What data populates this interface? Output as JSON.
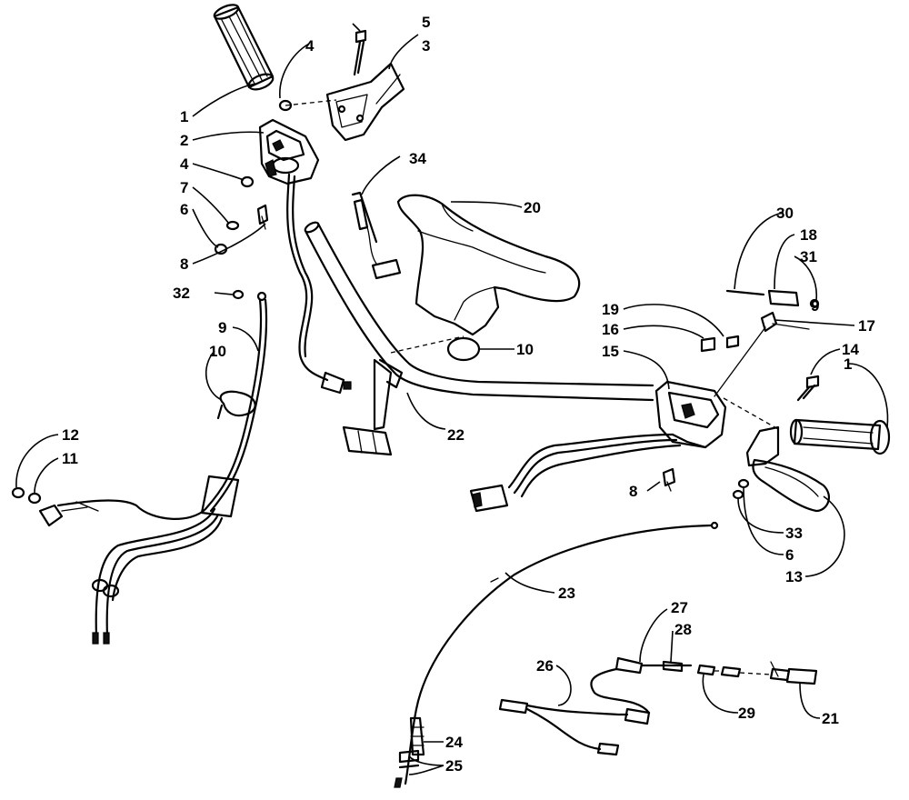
{
  "callouts": [
    {
      "id": "c1a",
      "text": "1"
    },
    {
      "id": "c2",
      "text": "2"
    },
    {
      "id": "c3",
      "text": "3"
    },
    {
      "id": "c4a",
      "text": "4"
    },
    {
      "id": "c4b",
      "text": "4"
    },
    {
      "id": "c5",
      "text": "5"
    },
    {
      "id": "c6a",
      "text": "6"
    },
    {
      "id": "c7",
      "text": "7"
    },
    {
      "id": "c8a",
      "text": "8"
    },
    {
      "id": "c32",
      "text": "32"
    },
    {
      "id": "c9a",
      "text": "9"
    },
    {
      "id": "c10a",
      "text": "10"
    },
    {
      "id": "c12",
      "text": "12"
    },
    {
      "id": "c11",
      "text": "11"
    },
    {
      "id": "c34",
      "text": "34"
    },
    {
      "id": "c20",
      "text": "20"
    },
    {
      "id": "c10b",
      "text": "10"
    },
    {
      "id": "c22",
      "text": "22"
    },
    {
      "id": "c30",
      "text": "30"
    },
    {
      "id": "c18",
      "text": "18"
    },
    {
      "id": "c31",
      "text": "31"
    },
    {
      "id": "c9b",
      "text": "9"
    },
    {
      "id": "c19",
      "text": "19"
    },
    {
      "id": "c16",
      "text": "16"
    },
    {
      "id": "c17",
      "text": "17"
    },
    {
      "id": "c15",
      "text": "15"
    },
    {
      "id": "c14",
      "text": "14"
    },
    {
      "id": "c1b",
      "text": "1"
    },
    {
      "id": "c8b",
      "text": "8"
    },
    {
      "id": "c33",
      "text": "33"
    },
    {
      "id": "c6b",
      "text": "6"
    },
    {
      "id": "c13",
      "text": "13"
    },
    {
      "id": "c23",
      "text": "23"
    },
    {
      "id": "c27",
      "text": "27"
    },
    {
      "id": "c28",
      "text": "28"
    },
    {
      "id": "c26",
      "text": "26"
    },
    {
      "id": "c29",
      "text": "29"
    },
    {
      "id": "c21",
      "text": "21"
    },
    {
      "id": "c24",
      "text": "24"
    },
    {
      "id": "c25",
      "text": "25"
    }
  ]
}
